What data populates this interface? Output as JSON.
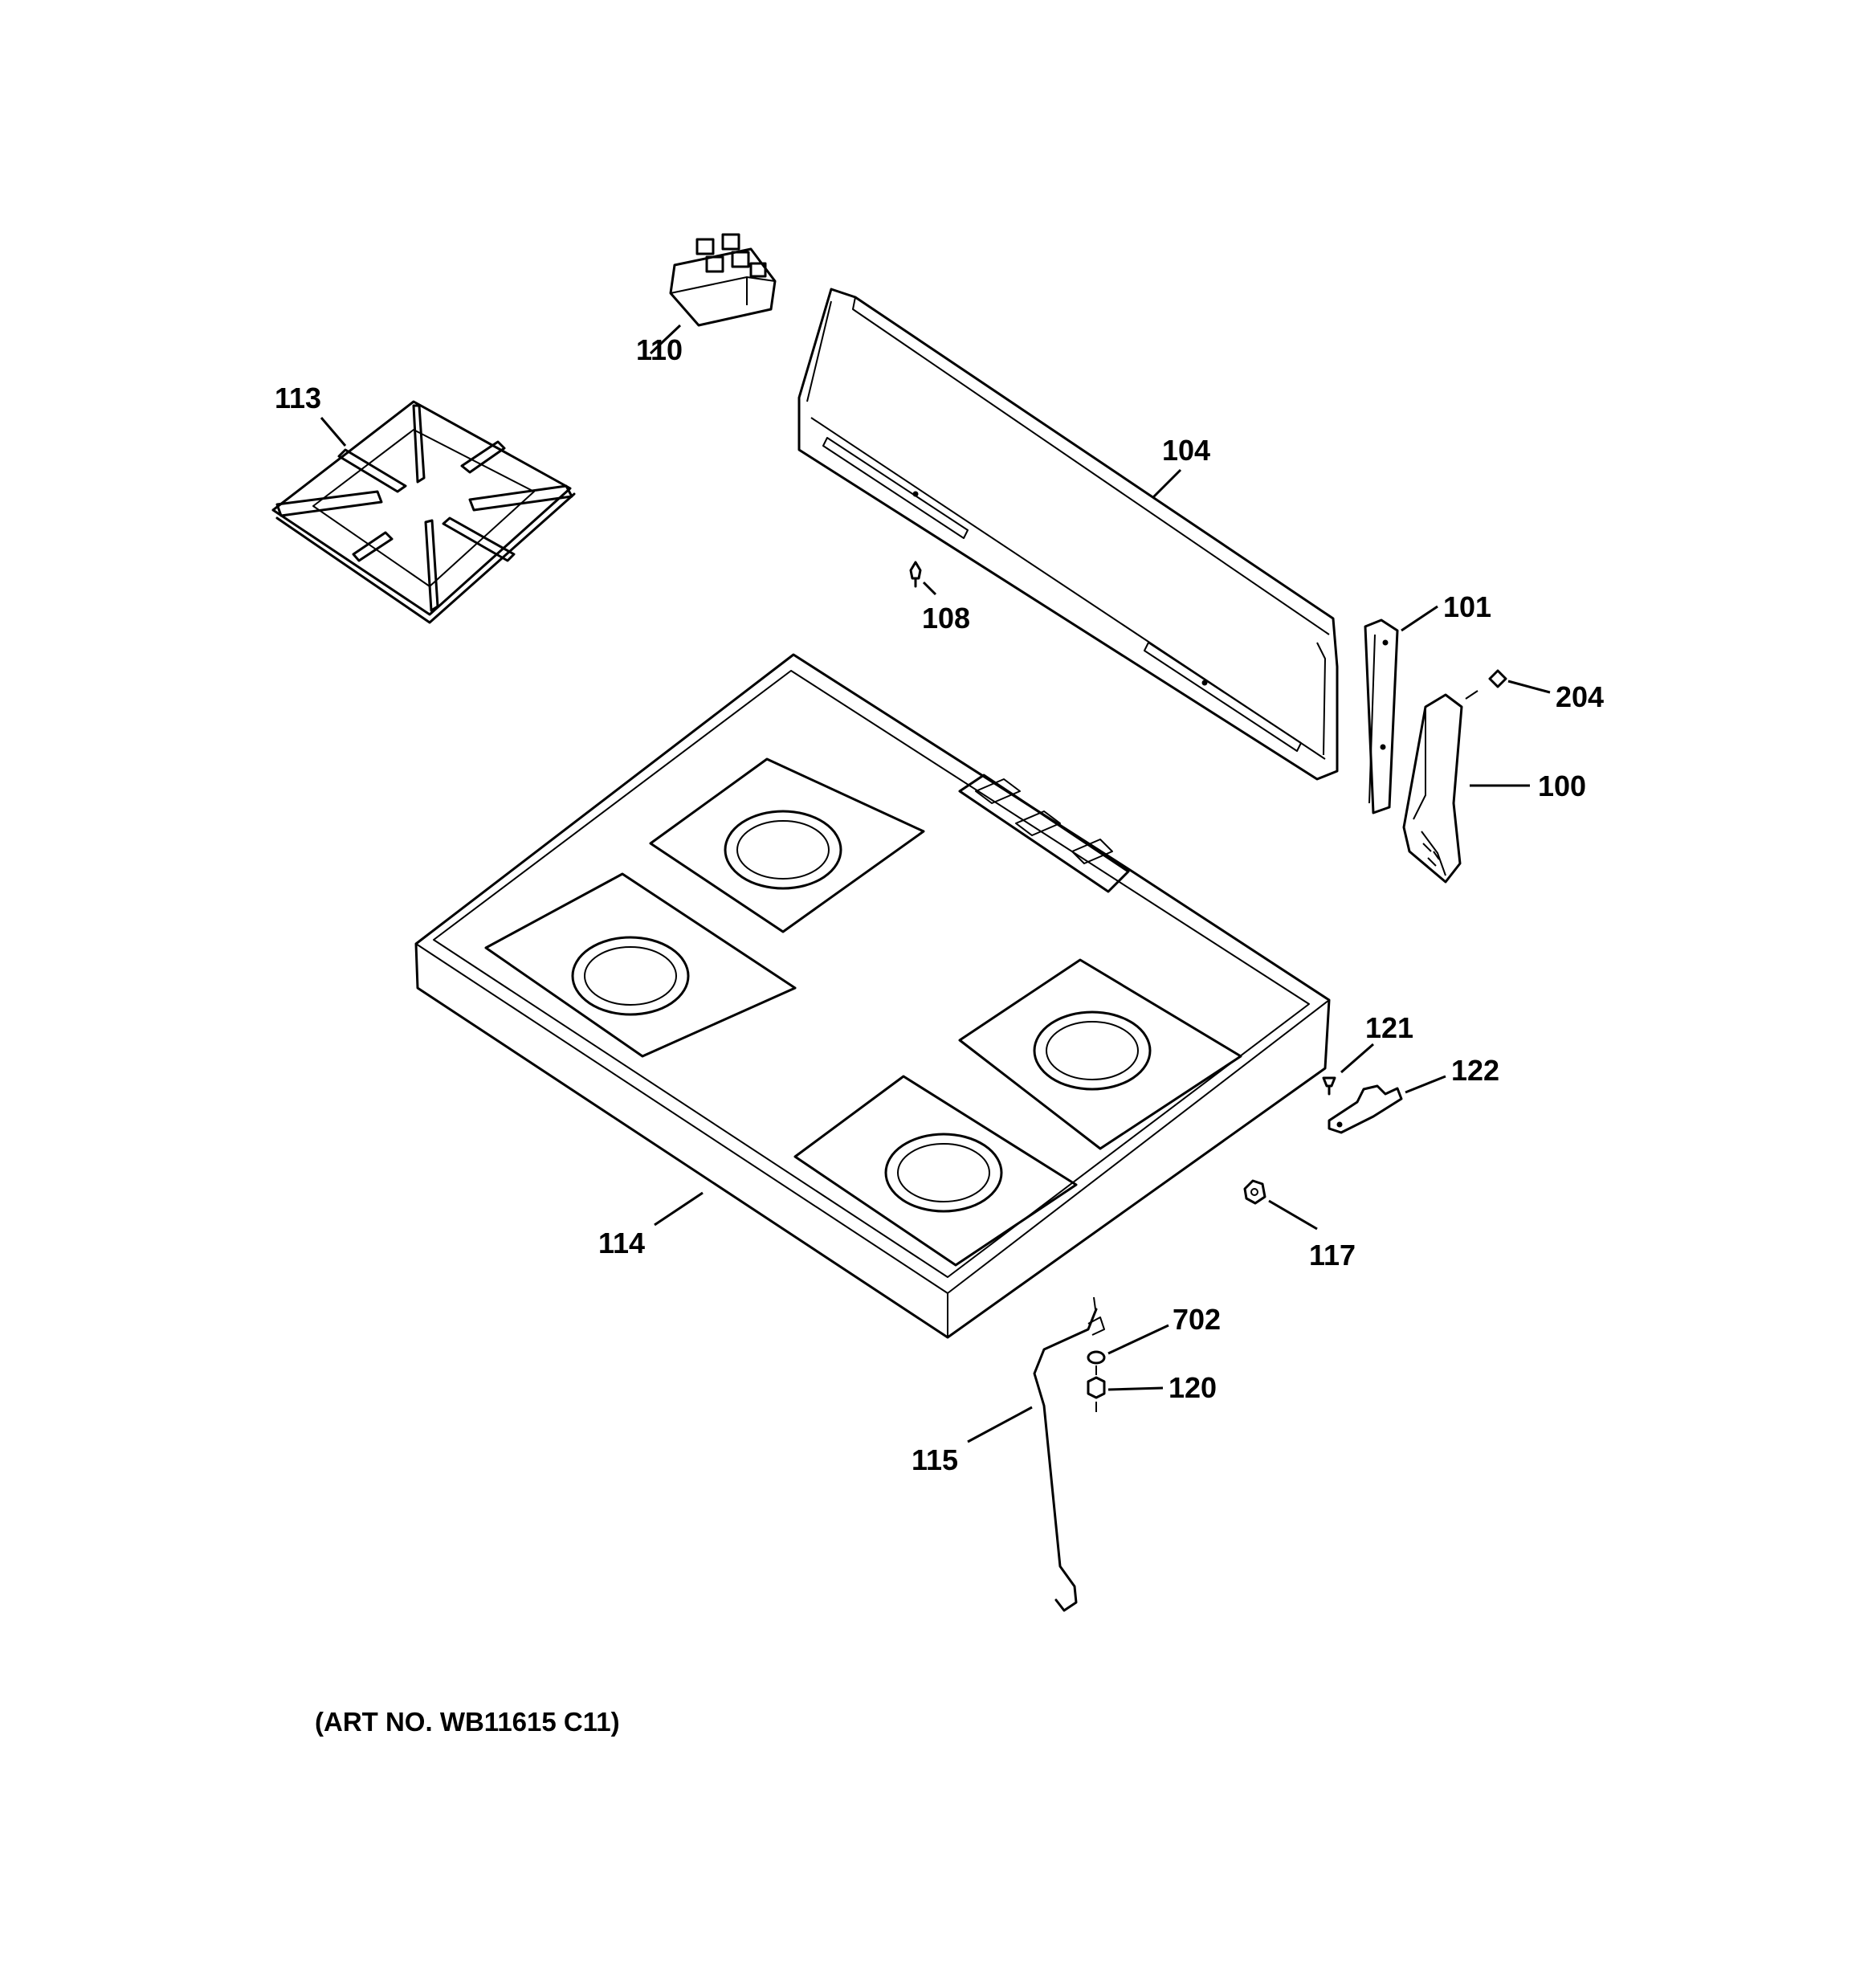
{
  "callouts": {
    "c100": "100",
    "c101": "101",
    "c104": "104",
    "c108": "108",
    "c110": "110",
    "c113": "113",
    "c114": "114",
    "c115": "115",
    "c117": "117",
    "c120": "120",
    "c121": "121",
    "c122": "122",
    "c204": "204",
    "c702": "702"
  },
  "art_number": "(ART NO. WB11615 C11)"
}
